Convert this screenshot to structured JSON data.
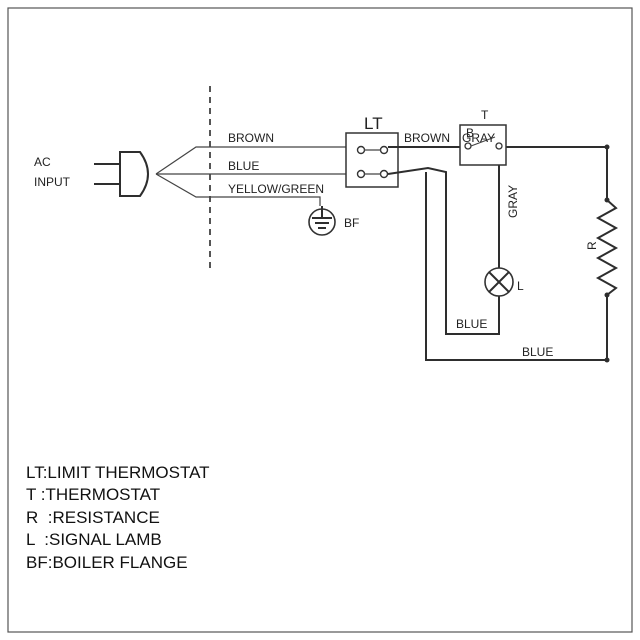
{
  "input": {
    "line1": "AC",
    "line2": "INPUT"
  },
  "wires": {
    "brown": "BROWN",
    "blue": "BLUE",
    "yellow_green": "YELLOW/GREEN",
    "brown_right": "BROWN",
    "gray_top": "GRAY",
    "gray_vertical": "GRAY",
    "blue_lamp": "BLUE",
    "blue_bottom": "BLUE"
  },
  "components": {
    "limit_thermostat": "LT",
    "thermostat": "T",
    "thermostat_inner": "B",
    "resistance": "R",
    "lamp": "L",
    "boiler_flange": "BF"
  },
  "legend": [
    {
      "code": "LT",
      "text": ":LIMIT THERMOSTAT"
    },
    {
      "code": "T",
      "text": " :THERMOSTAT"
    },
    {
      "code": "R",
      "text": "  :RESISTANCE"
    },
    {
      "code": "L",
      "text": "  :SIGNAL LAMB"
    },
    {
      "code": "BF",
      "text": ":BOILER FLANGE"
    }
  ],
  "colors": {
    "line": "#2e2e2e",
    "border": "#555555",
    "background": "#ffffff"
  }
}
